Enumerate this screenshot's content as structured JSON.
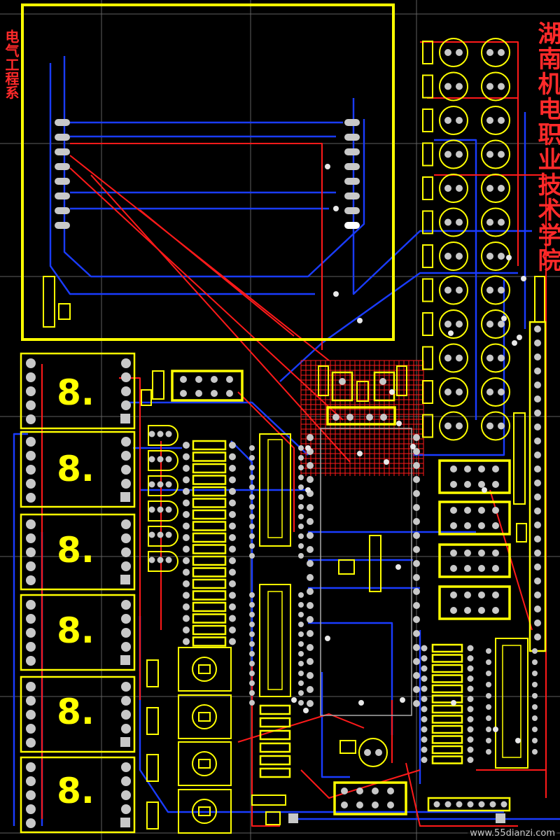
{
  "view": {
    "title": "湖南机电职业技术学院",
    "subtitle": "电气工程系",
    "watermark": "www.55dianzi.com"
  },
  "display": {
    "digit_glyph": "8."
  },
  "colors": {
    "background": "#000000",
    "grid": "#8a8a8a",
    "top_copper": "#ff1a1a",
    "bottom_copper": "#1a3cff",
    "silkscreen": "#ffff00",
    "pad": "#c8c8c8",
    "via": "#e8e8e8",
    "text": "#ff2a2a"
  }
}
